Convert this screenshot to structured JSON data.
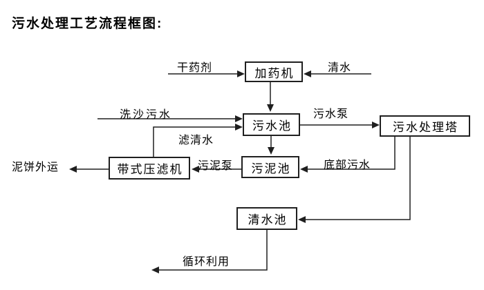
{
  "title": "污水处理工艺流程框图:",
  "nodes": {
    "dosing_machine": {
      "label": "加药机"
    },
    "sewage_pool": {
      "label": "污水池"
    },
    "treatment_tower": {
      "label": "污水处理塔"
    },
    "sludge_pool": {
      "label": "污泥池"
    },
    "belt_filter_press": {
      "label": "带式压滤机"
    },
    "clear_water_pool": {
      "label": "清水池"
    }
  },
  "flow_labels": {
    "dry_chemical": "干药剂",
    "clear_water": "清水",
    "sand_washing_sewage": "洗沙污水",
    "sewage_pump": "污水泵",
    "filtered_water": "滤清水",
    "bottom_sewage": "底部污水",
    "sludge_pump": "污泥泵",
    "mud_cake_out": "泥饼外运",
    "recycle_use": "循环利用"
  },
  "edges": [
    {
      "from": "external",
      "to": "加药机",
      "label": "干药剂"
    },
    {
      "from": "external",
      "to": "加药机",
      "label": "清水"
    },
    {
      "from": "加药机",
      "to": "污水池",
      "label": ""
    },
    {
      "from": "external",
      "to": "污水池",
      "label": "洗沙污水"
    },
    {
      "from": "带式压滤机",
      "to": "污水池",
      "label": "滤清水"
    },
    {
      "from": "污水池",
      "to": "污水处理塔",
      "label": "污水泵"
    },
    {
      "from": "污水池",
      "to": "污泥池",
      "label": ""
    },
    {
      "from": "污水处理塔",
      "to": "污泥池",
      "label": "底部污水"
    },
    {
      "from": "污泥池",
      "to": "带式压滤机",
      "label": "污泥泵"
    },
    {
      "from": "带式压滤机",
      "to": "external",
      "label": "泥饼外运"
    },
    {
      "from": "污水处理塔",
      "to": "清水池",
      "label": ""
    },
    {
      "from": "清水池",
      "to": "external",
      "label": "循环利用"
    }
  ],
  "colors": {
    "line": "#1f1f1f",
    "text": "#000000",
    "background": "#ffffff"
  }
}
